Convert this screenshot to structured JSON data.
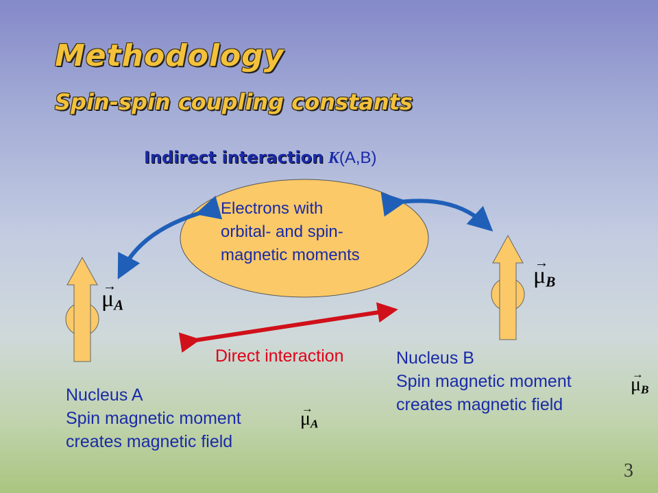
{
  "slide": {
    "title": "Methodology",
    "subtitle": "Spin-spin coupling constants",
    "page_number": "3"
  },
  "indirect": {
    "label": "Indirect interaction",
    "symbol": "K",
    "args": "(A,B)"
  },
  "electrons": {
    "line1": "Electrons with",
    "line2": "orbital- and spin-",
    "line3": "magnetic moments"
  },
  "direct": {
    "label": "Direct interaction"
  },
  "nucleus_a": {
    "name": "Nucleus A",
    "line2": "Spin magnetic moment",
    "line3": "creates magnetic field",
    "mu_symbol": "μ",
    "mu_sub": "A"
  },
  "nucleus_b": {
    "name": "Nucleus B",
    "line2": "Spin magnetic moment",
    "line3": "creates magnetic field",
    "mu_symbol": "μ",
    "mu_sub": "B"
  },
  "colors": {
    "title": "#f3c23a",
    "text_blue": "#1a2aa8",
    "direct_red": "#e0001a",
    "ellipse_fill": "#fbc967",
    "curve_arrow": "#1f5fb8"
  }
}
